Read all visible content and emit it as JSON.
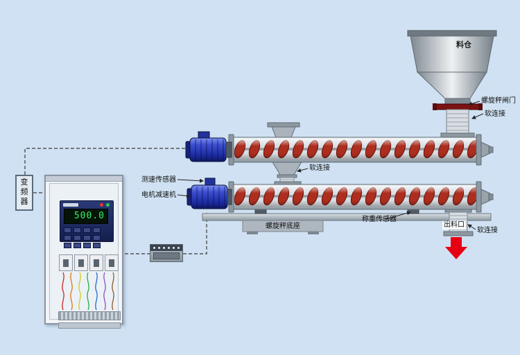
{
  "labels": {
    "hopper": "料仓",
    "gate": "螺旋秤闸门",
    "soft_connection": "软连接",
    "speed_sensor": "测速传感器",
    "motor_reducer": "电机减速机",
    "scale_base": "螺旋秤底座",
    "load_cell": "称重传感器",
    "outlet": "出料口",
    "vfd": "变频器"
  },
  "controller": {
    "main_reading": "500.0"
  },
  "colors": {
    "background": "#cfe1f2",
    "auger_red": "#ad2e1f",
    "motor_blue": "#2333a0",
    "arrow_red": "#e60012",
    "gate_red": "#7c1212",
    "display_green": "#39f06a"
  }
}
